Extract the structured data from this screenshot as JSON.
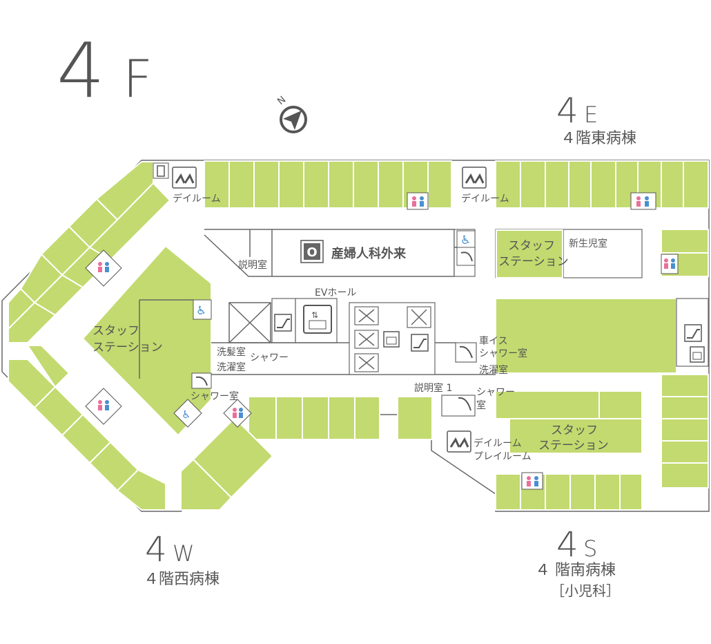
{
  "floor": {
    "number": "4",
    "letter": "F"
  },
  "compass": {
    "letter": "N"
  },
  "wards": {
    "east": {
      "number": "4",
      "letter": "E",
      "name": "４階東病棟"
    },
    "west": {
      "number": "4",
      "letter": "W",
      "name": "４階西病棟"
    },
    "south": {
      "number": "4",
      "letter": "S",
      "name": "４ 階南病棟",
      "sub": "［小児科］"
    }
  },
  "labels": {
    "dayroom_nw": "デイルーム",
    "dayroom_n": "デイルーム",
    "dayroom_s": "デイルーム",
    "playroom": "プレイルーム",
    "explain_room": "説明室",
    "explain_room1": "説明室 1",
    "clinic_code": "O",
    "clinic_name": "産婦人科外来",
    "ev_hall": "EVホール",
    "staff_e1": "スタッフ",
    "staff_e2": "ステーション",
    "newborn": "新生児室",
    "staff_w1": "スタッフ",
    "staff_w2": "ステーション",
    "staff_s1": "スタッフ",
    "staff_s2": "ステーション",
    "hair_wash": "洗髪室",
    "laundry_w": "洗濯室",
    "shower_w": "シャワー",
    "shower_room_w": "シャワー室",
    "wheelchair_shower1": "車イス",
    "wheelchair_shower2": "シャワー室",
    "laundry_c": "洗濯室",
    "shower_s1": "シャワー",
    "shower_s2": "室"
  },
  "colors": {
    "room_green": "#c2da6f",
    "wall": "#666666",
    "accessible_blue": "#4a8fd0",
    "female_pink": "#e8709a",
    "male_blue": "#4a8fd0"
  }
}
